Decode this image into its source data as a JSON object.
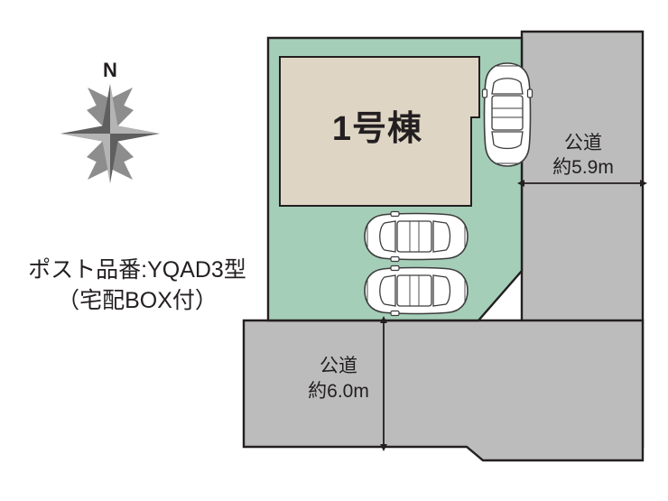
{
  "figure": {
    "type": "site-plan",
    "description": "Japanese residential property site layout plan"
  },
  "colors": {
    "background": "#ffffff",
    "plot_fill": "#a5ceb8",
    "building_fill": "#ded5c4",
    "road_fill": "#bcbcbc",
    "outline": "#231f20",
    "car_fill": "#ffffff",
    "car_outline": "#3d3d3d",
    "compass_fill": "#6e6e6e",
    "text": "#231f20"
  },
  "compass": {
    "name": "north-compass-rose",
    "north_label": "N"
  },
  "notes": {
    "line1": "ポスト品番:YQAD3型",
    "line2": "（宅配BOX付）"
  },
  "building": {
    "label": "1号棟"
  },
  "roads": [
    {
      "id": "east-road",
      "name_line": "公道",
      "width_line": "約5.9m",
      "orientation": "vertical-road",
      "dimension": "horizontal"
    },
    {
      "id": "south-road",
      "name_line": "公道",
      "width_line": "約6.0m",
      "orientation": "horizontal-road",
      "dimension": "vertical"
    }
  ],
  "parking": [
    {
      "id": "parking-space-1",
      "orientation": "vertical"
    },
    {
      "id": "parking-space-2",
      "orientation": "horizontal"
    },
    {
      "id": "parking-space-3",
      "orientation": "horizontal"
    }
  ]
}
